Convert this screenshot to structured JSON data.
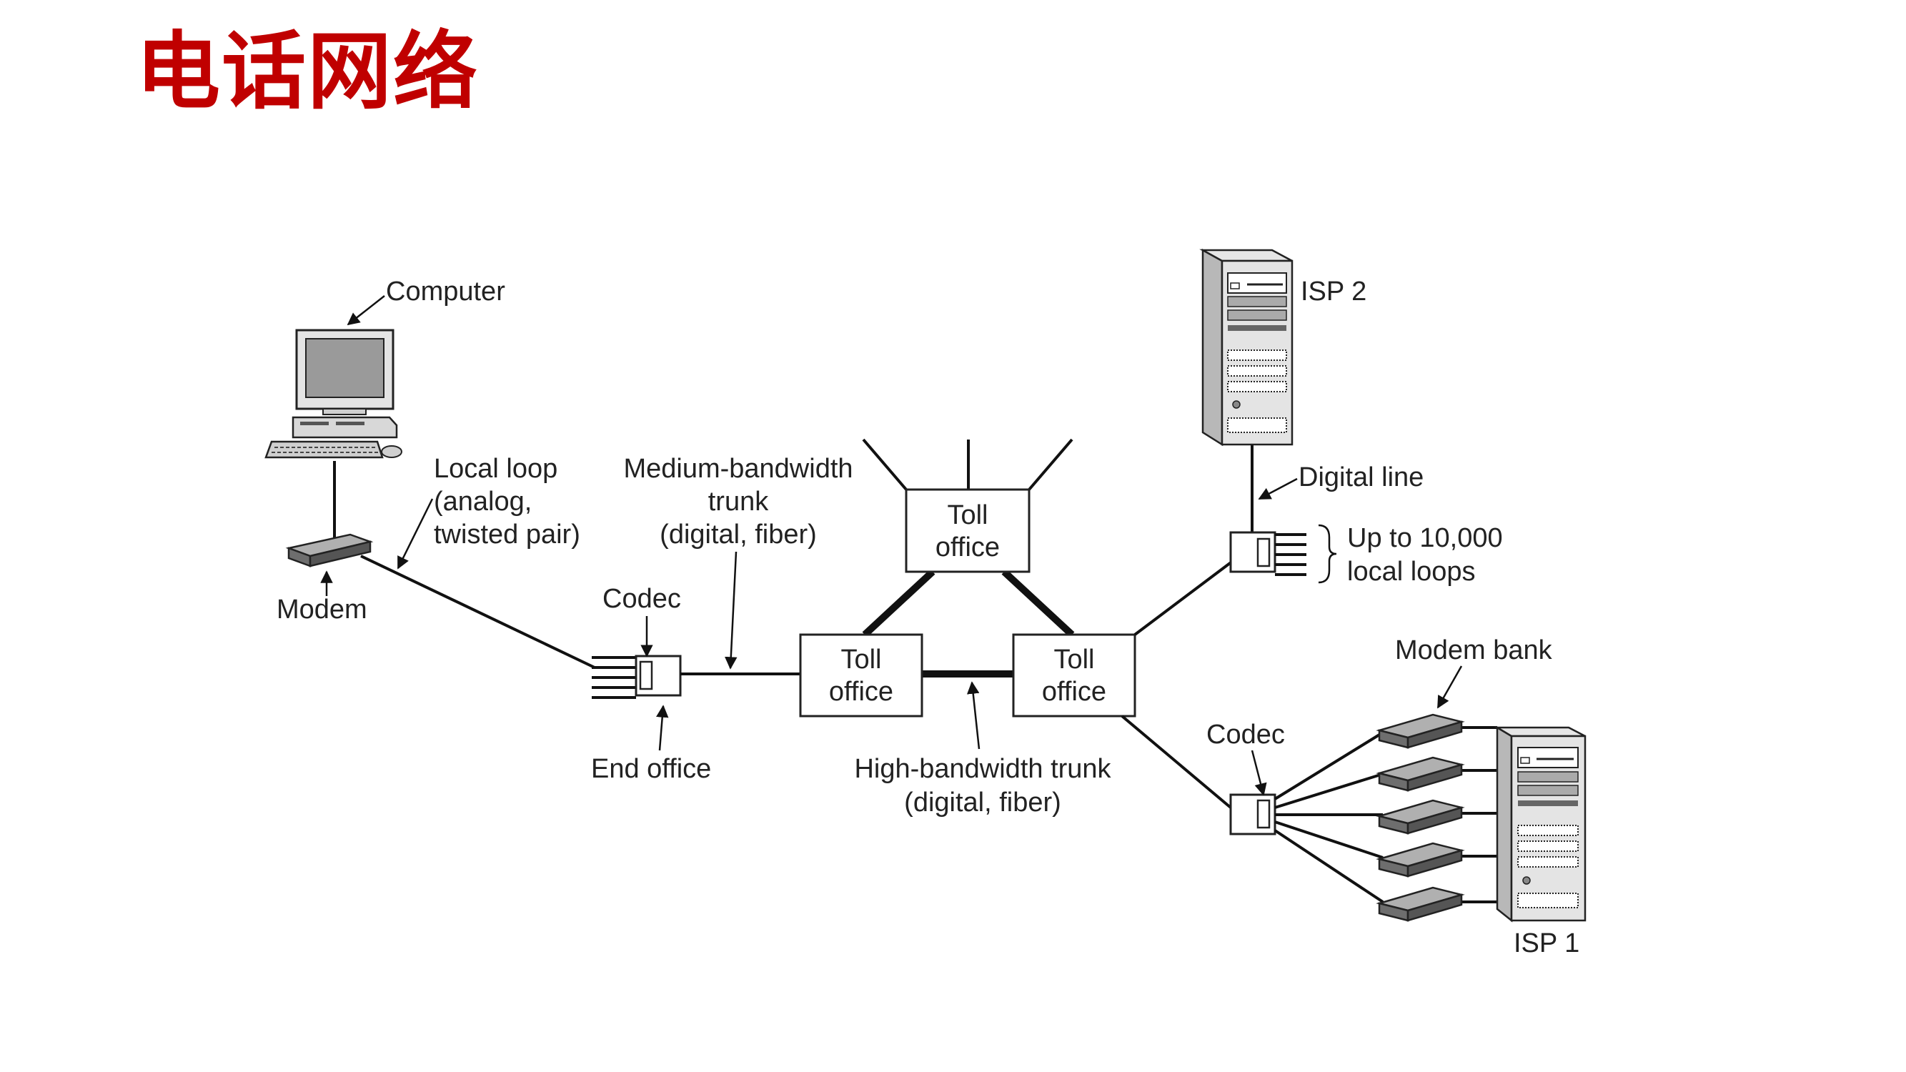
{
  "title": "电话网络",
  "labels": {
    "computer": "Computer",
    "local_loop": [
      "Local loop",
      "(analog,",
      "twisted pair)"
    ],
    "modem": "Modem",
    "medium_trunk": [
      "Medium-bandwidth",
      "trunk",
      "(digital, fiber)"
    ],
    "codec_left": "Codec",
    "end_office": "End office",
    "toll_office_top": [
      "Toll",
      "office"
    ],
    "toll_office_left": [
      "Toll",
      "office"
    ],
    "toll_office_right": [
      "Toll",
      "office"
    ],
    "high_trunk": [
      "High-bandwidth trunk",
      "(digital, fiber)"
    ],
    "isp2": "ISP 2",
    "digital_line": "Digital line",
    "local_loops": [
      "Up to 10,000",
      "local loops"
    ],
    "modem_bank": "Modem bank",
    "codec_right": "Codec",
    "isp1": "ISP 1"
  }
}
